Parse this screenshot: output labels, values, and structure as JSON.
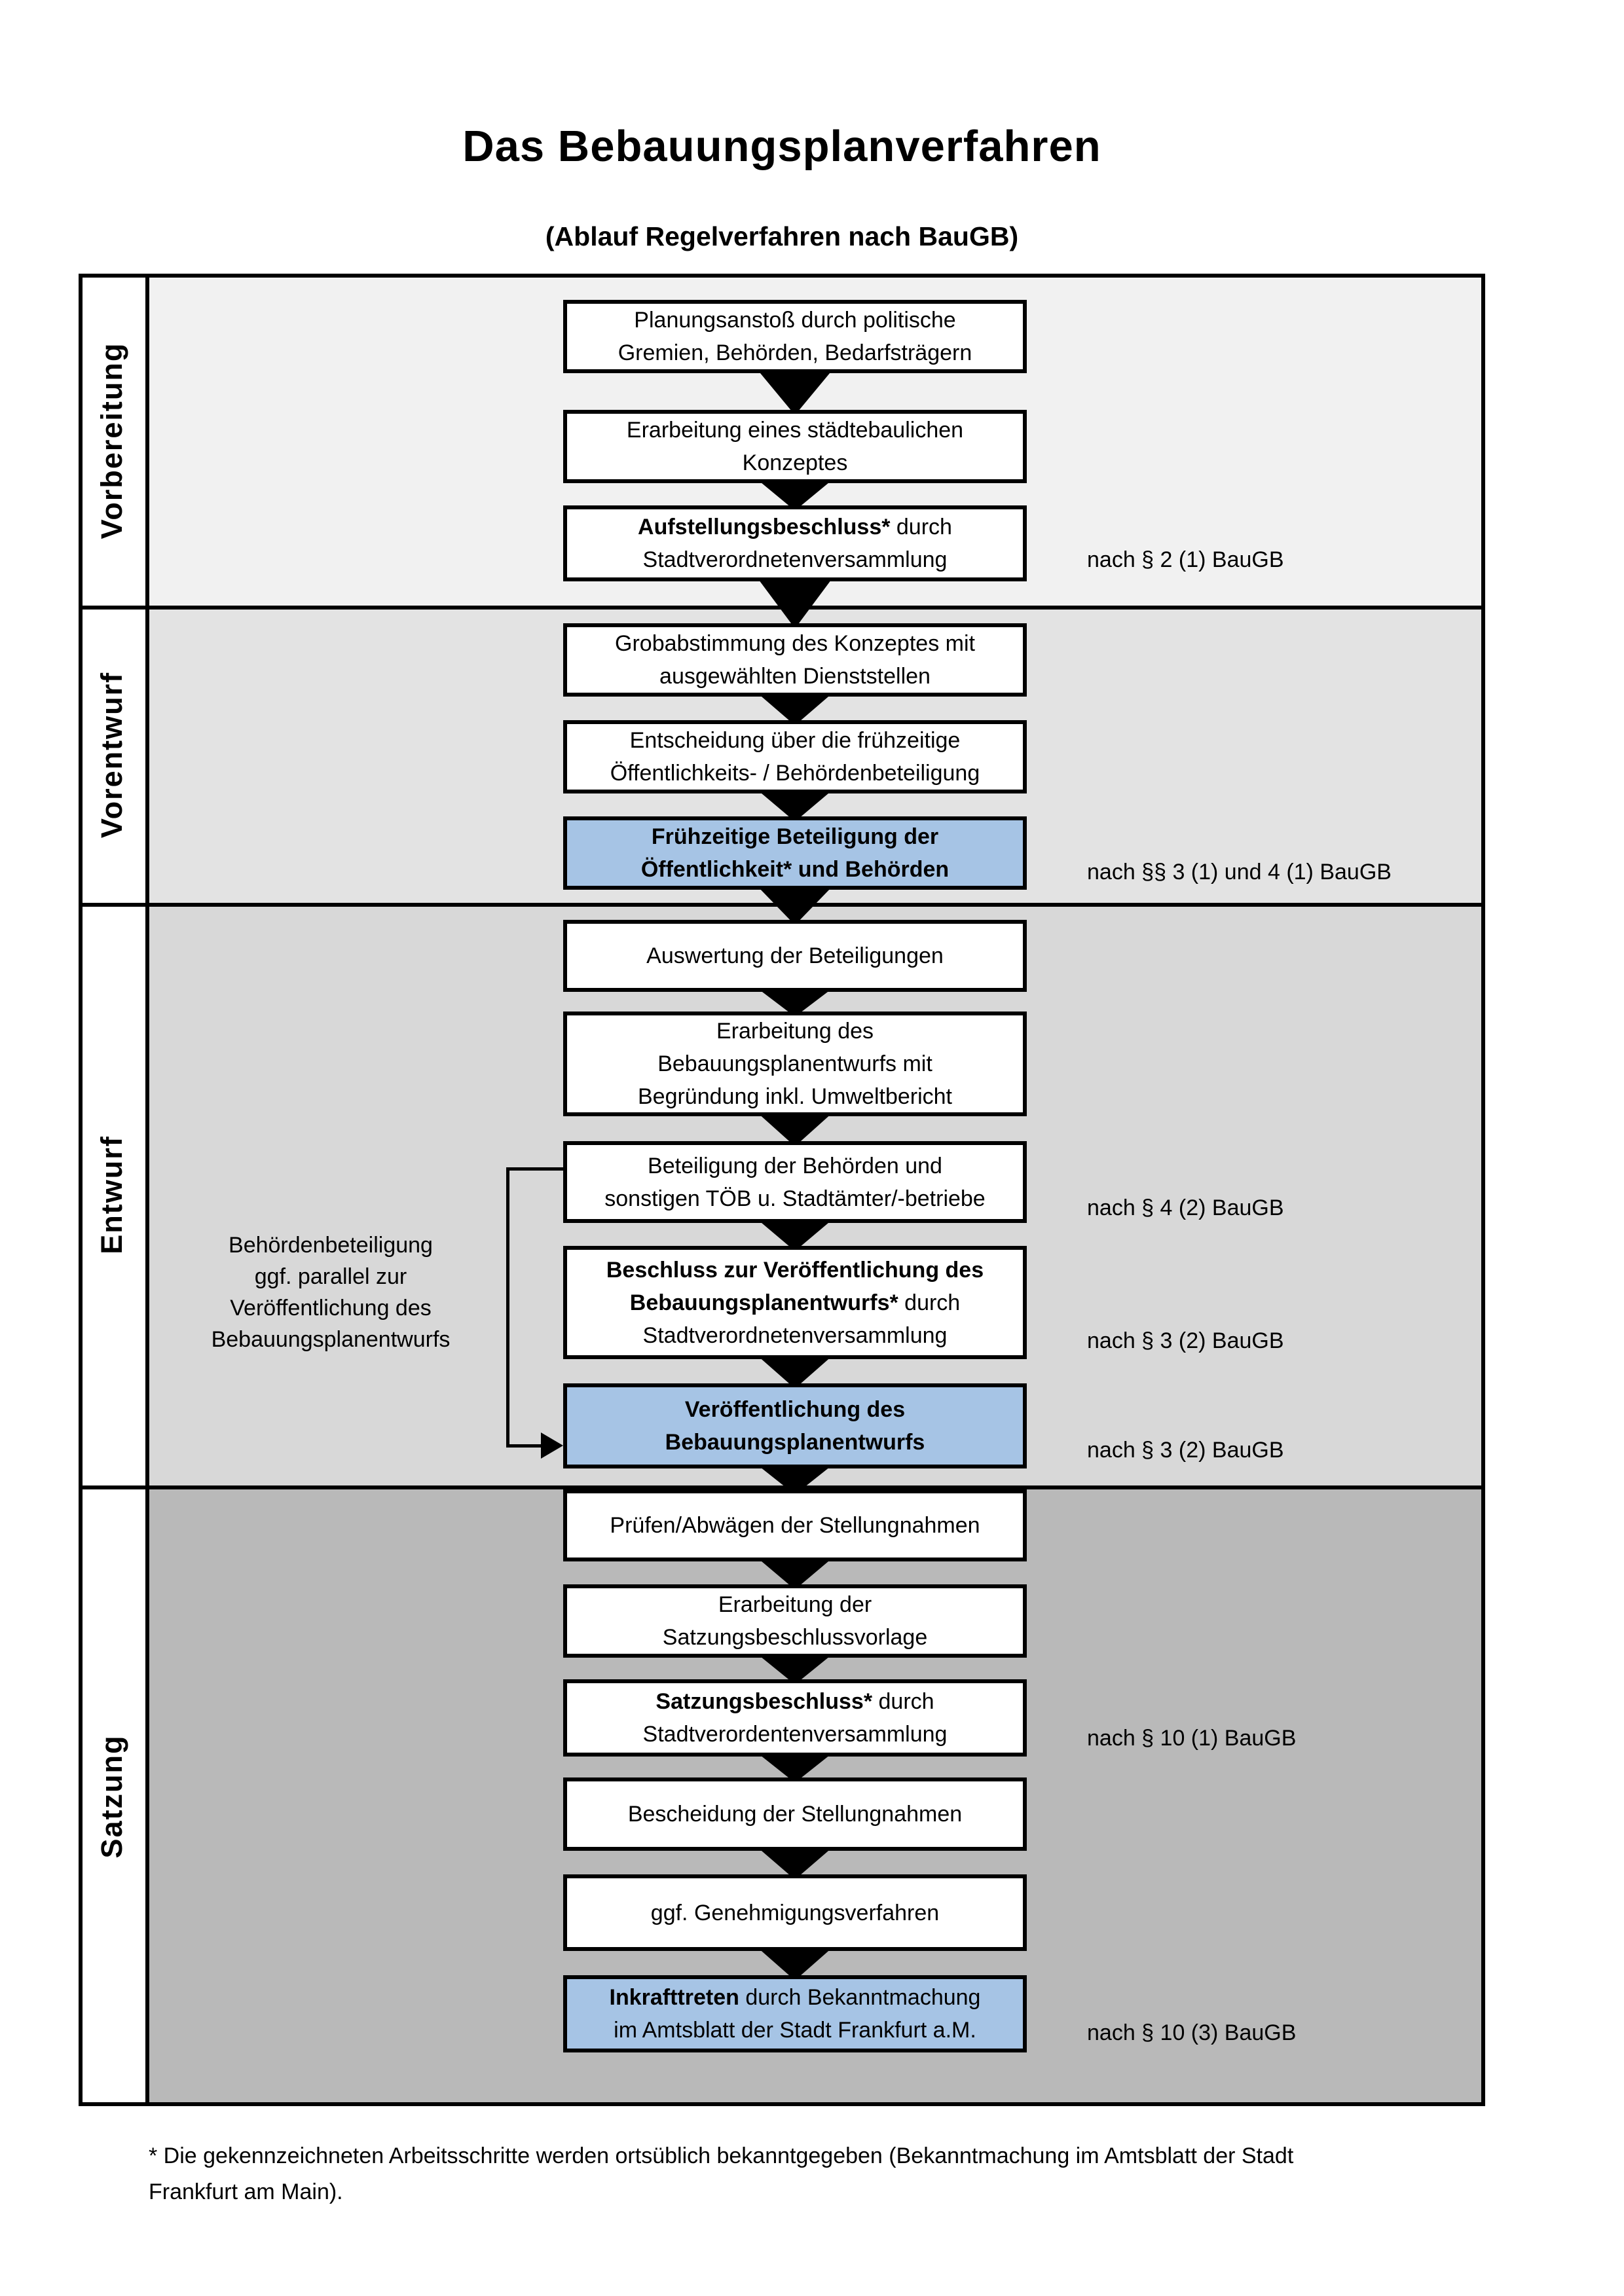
{
  "title": "Das Bebauungsplanverfahren",
  "subtitle": "(Ablauf Regelverfahren nach BauGB)",
  "phases": [
    {
      "label": "Vorbereitung"
    },
    {
      "label": "Vorentwurf"
    },
    {
      "label": "Entwurf"
    },
    {
      "label": "Satzung"
    }
  ],
  "steps": [
    {
      "phase": "Vorbereitung",
      "highlight": false,
      "ref": "",
      "lines": [
        [
          {
            "t": "Planungsanstoß durch politische",
            "b": false
          }
        ],
        [
          {
            "t": "Gremien, Behörden, Bedarfsträgern",
            "b": false
          }
        ]
      ]
    },
    {
      "phase": "Vorbereitung",
      "highlight": false,
      "ref": "",
      "lines": [
        [
          {
            "t": "Erarbeitung eines städtebaulichen",
            "b": false
          }
        ],
        [
          {
            "t": "Konzeptes",
            "b": false
          }
        ]
      ]
    },
    {
      "phase": "Vorbereitung",
      "highlight": false,
      "ref": "nach § 2 (1) BauGB",
      "lines": [
        [
          {
            "t": "Aufstellungsbeschluss*",
            "b": true
          },
          {
            "t": " durch",
            "b": false
          }
        ],
        [
          {
            "t": "Stadtverordnetenversammlung",
            "b": false
          }
        ]
      ]
    },
    {
      "phase": "Vorentwurf",
      "highlight": false,
      "ref": "",
      "lines": [
        [
          {
            "t": "Grobabstimmung des Konzeptes mit",
            "b": false
          }
        ],
        [
          {
            "t": "ausgewählten Dienststellen",
            "b": false
          }
        ]
      ]
    },
    {
      "phase": "Vorentwurf",
      "highlight": false,
      "ref": "",
      "lines": [
        [
          {
            "t": "Entscheidung über die frühzeitige",
            "b": false
          }
        ],
        [
          {
            "t": "Öffentlichkeits- / Behördenbeteiligung",
            "b": false
          }
        ]
      ]
    },
    {
      "phase": "Vorentwurf",
      "highlight": true,
      "ref": "nach §§ 3 (1) und 4 (1) BauGB",
      "lines": [
        [
          {
            "t": "Frühzeitige Beteiligung der",
            "b": true
          }
        ],
        [
          {
            "t": "Öffentlichkeit* und Behörden",
            "b": true
          }
        ]
      ]
    },
    {
      "phase": "Entwurf",
      "highlight": false,
      "ref": "",
      "lines": [
        [
          {
            "t": "Auswertung der Beteiligungen",
            "b": false
          }
        ]
      ]
    },
    {
      "phase": "Entwurf",
      "highlight": false,
      "ref": "",
      "lines": [
        [
          {
            "t": "Erarbeitung des",
            "b": false
          }
        ],
        [
          {
            "t": "Bebauungsplanentwurfs mit",
            "b": false
          }
        ],
        [
          {
            "t": "Begründung inkl. Umweltbericht",
            "b": false
          }
        ]
      ]
    },
    {
      "phase": "Entwurf",
      "highlight": false,
      "ref": "nach § 4 (2) BauGB",
      "lines": [
        [
          {
            "t": "Beteiligung der Behörden und",
            "b": false
          }
        ],
        [
          {
            "t": "sonstigen TÖB u. Stadtämter/-betriebe",
            "b": false
          }
        ]
      ]
    },
    {
      "phase": "Entwurf",
      "highlight": false,
      "ref": "nach § 3 (2) BauGB",
      "lines": [
        [
          {
            "t": "Beschluss zur Veröffentlichung des",
            "b": true
          }
        ],
        [
          {
            "t": "Bebauungsplanentwurfs*",
            "b": true
          },
          {
            "t": " durch",
            "b": false
          }
        ],
        [
          {
            "t": "Stadtverordnetenversammlung",
            "b": false
          }
        ]
      ]
    },
    {
      "phase": "Entwurf",
      "highlight": true,
      "ref": "nach § 3 (2) BauGB",
      "lines": [
        [
          {
            "t": "Veröffentlichung des",
            "b": true
          }
        ],
        [
          {
            "t": "Bebauungsplanentwurfs",
            "b": true
          }
        ]
      ]
    },
    {
      "phase": "Satzung",
      "highlight": false,
      "ref": "",
      "lines": [
        [
          {
            "t": "Prüfen/Abwägen der Stellungnahmen",
            "b": false
          }
        ]
      ]
    },
    {
      "phase": "Satzung",
      "highlight": false,
      "ref": "",
      "lines": [
        [
          {
            "t": "Erarbeitung der",
            "b": false
          }
        ],
        [
          {
            "t": "Satzungsbeschlussvorlage",
            "b": false
          }
        ]
      ]
    },
    {
      "phase": "Satzung",
      "highlight": false,
      "ref": "nach § 10 (1) BauGB",
      "lines": [
        [
          {
            "t": "Satzungsbeschluss*",
            "b": true
          },
          {
            "t": " durch",
            "b": false
          }
        ],
        [
          {
            "t": "Stadtverordentenversammlung",
            "b": false
          }
        ]
      ]
    },
    {
      "phase": "Satzung",
      "highlight": false,
      "ref": "",
      "lines": [
        [
          {
            "t": "Bescheidung der Stellungnahmen",
            "b": false
          }
        ]
      ]
    },
    {
      "phase": "Satzung",
      "highlight": false,
      "ref": "",
      "lines": [
        [
          {
            "t": "ggf. Genehmigungsverfahren",
            "b": false
          }
        ]
      ]
    },
    {
      "phase": "Satzung",
      "highlight": true,
      "ref": "nach § 10 (3) BauGB",
      "lines": [
        [
          {
            "t": "Inkrafttreten",
            "b": true
          },
          {
            "t": " durch Bekanntmachung",
            "b": false
          }
        ],
        [
          {
            "t": "im Amtsblatt der Stadt Frankfurt a.M.",
            "b": false
          }
        ]
      ]
    }
  ],
  "side_note": {
    "lines": [
      "Behördenbeteiligung",
      "ggf. parallel zur",
      "Veröffentlichung des",
      "Bebauungsplanentwurfs"
    ]
  },
  "footnote": {
    "line1": "* Die gekennzeichneten Arbeitsschritte werden ortsüblich bekanntgegeben (Bekanntmachung im Amtsblatt  der Stadt",
    "line2": "Frankfurt am Main)."
  },
  "colors": {
    "highlight_fill": "#a6c4e5",
    "phase_backgrounds": [
      "#f1f1f1",
      "#e3e3e3",
      "#d8d8d8",
      "#b9b9b9"
    ]
  }
}
